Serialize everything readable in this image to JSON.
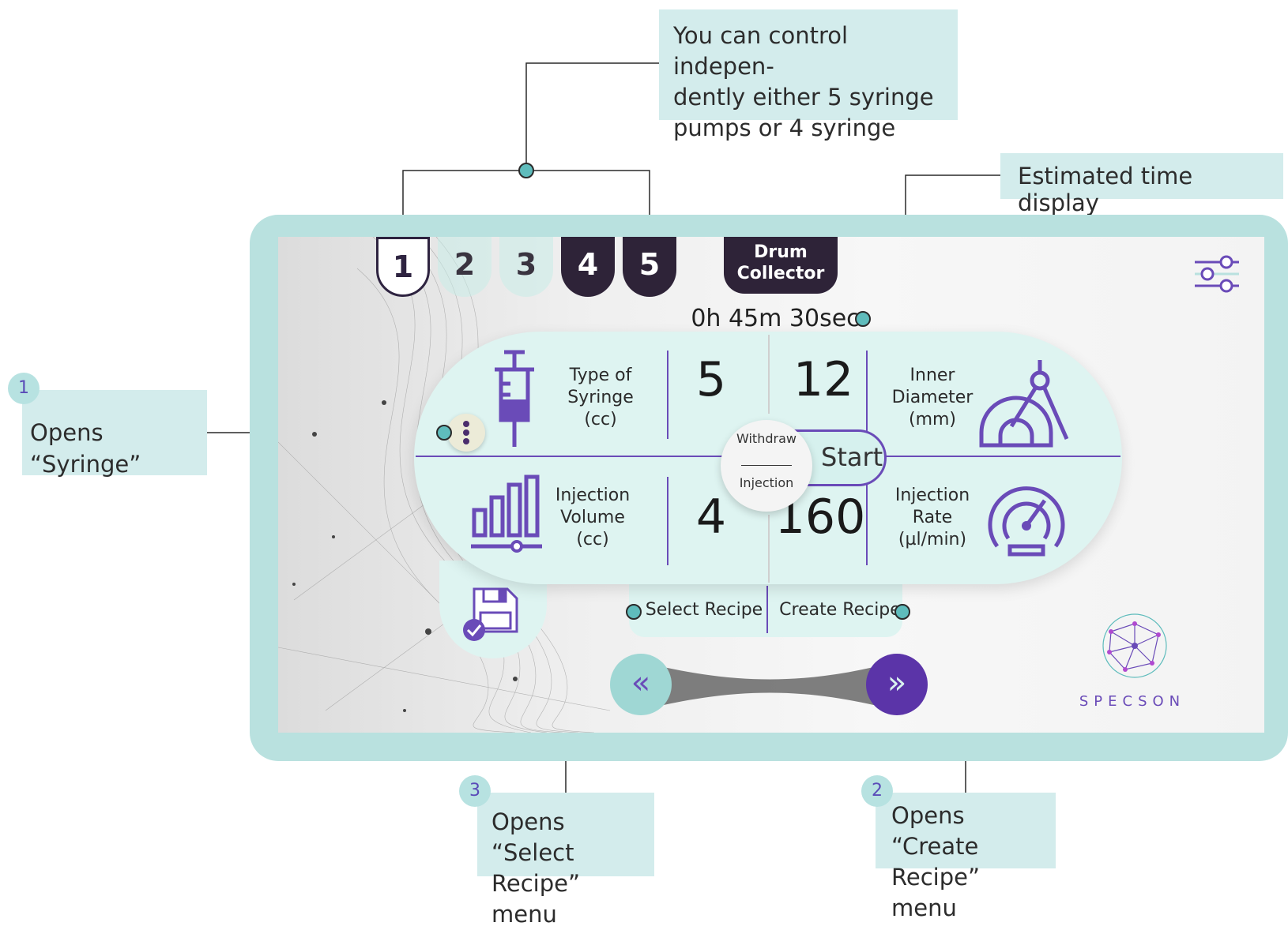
{
  "callouts": {
    "pumps": "You can control indepen-\ndently either 5 syringe\npumps or 4 syringe",
    "time": "Estimated time display",
    "syringe": "Opens “Syringe”",
    "select_recipe": "Opens “Select\nRecipe” menu",
    "create_recipe": "Opens “Create\nRecipe” menu",
    "badge_1": "1",
    "badge_2": "2",
    "badge_3": "3"
  },
  "tabs": [
    "1",
    "2",
    "3",
    "4",
    "5"
  ],
  "drum_collector": "Drum\nCollector",
  "estimated_time": "0h 45m 30sec",
  "fields": {
    "syringe_type": {
      "label": "Type of\nSyringe\n(cc)",
      "value": "5"
    },
    "inner_diameter": {
      "label": "Inner\nDiameter\n(mm)",
      "value": "12"
    },
    "injection_volume": {
      "label": "Injection\nVolume\n(cc)",
      "value": "4"
    },
    "injection_rate": {
      "label": "Injection\nRate\n(µl/min)",
      "value": "160"
    }
  },
  "mode": {
    "withdraw": "Withdraw",
    "injection": "Injection"
  },
  "start_label": "Start",
  "recipe": {
    "select": "Select Recipe",
    "create": "Create Recipe"
  },
  "nav": {
    "prev": "«",
    "next": "»"
  },
  "brand": "SPECSON",
  "colors": {
    "accent": "#6a4bb8",
    "dark": "#2e2338",
    "frame": "#b9e1df",
    "callout": "#d3ecec",
    "dot": "#5fbcbc"
  }
}
